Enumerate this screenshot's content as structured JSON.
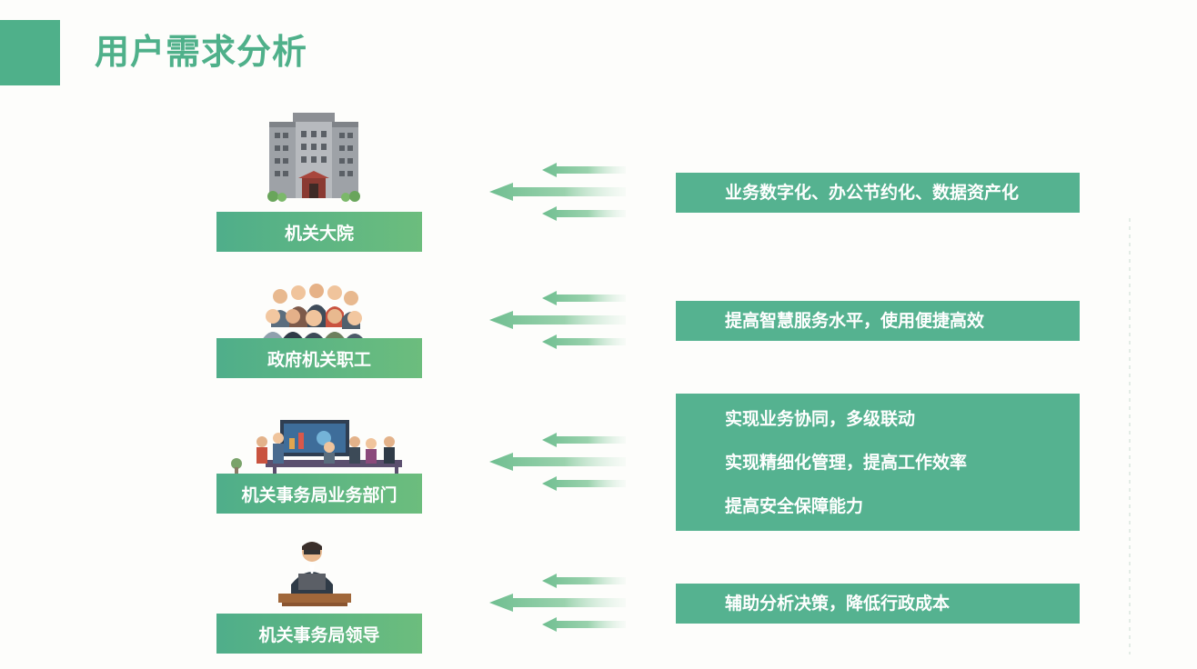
{
  "header": {
    "title": "用户需求分析"
  },
  "rows": [
    {
      "label": "机关大院",
      "illustration": "office-building-icon",
      "needs": [
        "业务数字化、办公节约化、数据资产化"
      ]
    },
    {
      "label": "政府机关职工",
      "illustration": "staff-group-icon",
      "needs": [
        "提高智慧服务水平，使用便捷高效"
      ]
    },
    {
      "label": "机关事务局业务部门",
      "illustration": "meeting-room-icon",
      "needs": [
        "实现业务协同，多级联动",
        "实现精细化管理，提高工作效率",
        "提高安全保障能力"
      ]
    },
    {
      "label": "机关事务局领导",
      "illustration": "leader-podium-icon",
      "needs": [
        "辅助分析决策，降低行政成本"
      ]
    }
  ],
  "colors": {
    "accent": "#4fb08a",
    "box": "#55b290",
    "arrow": "#7cc49a"
  }
}
